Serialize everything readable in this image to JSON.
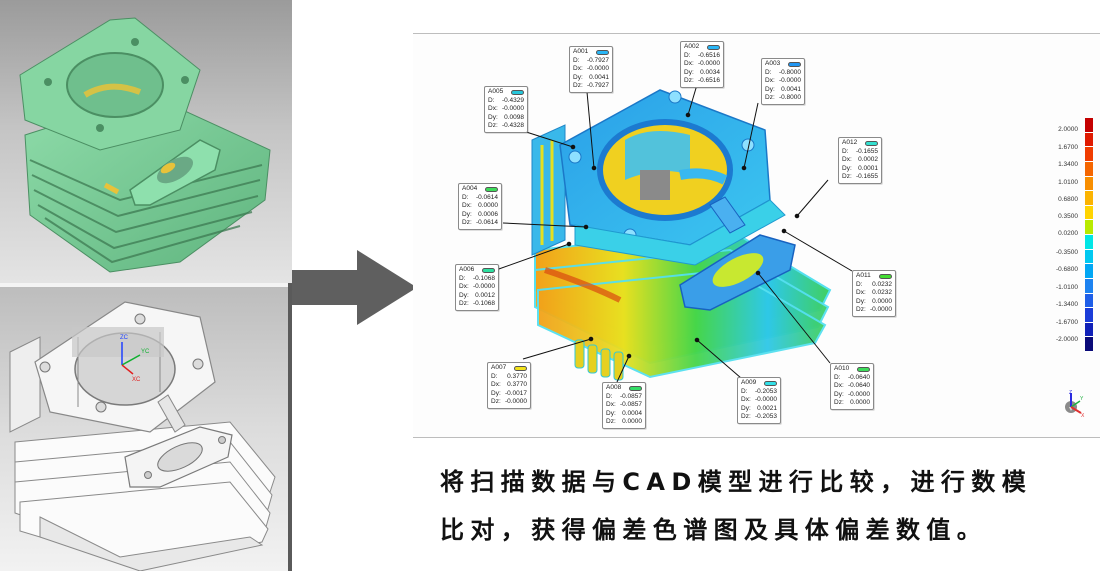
{
  "left_panels": {
    "scan": {
      "label": "scan-data-model",
      "mesh_color": "#7fcf98",
      "highlight_color": "#e8c23a"
    },
    "cad": {
      "label": "cad-model",
      "axis_labels": [
        "ZC",
        "YC",
        "XC"
      ]
    }
  },
  "arrow": {
    "color": "#5f5f5f"
  },
  "deviation_view": {
    "callouts": [
      {
        "id": "A001",
        "D": "-0.7927",
        "Dx": "-0.0000",
        "Dy": "0.0041",
        "Dz": "-0.7927",
        "color": "#29b6f6"
      },
      {
        "id": "A002",
        "D": "-0.6516",
        "Dx": "-0.0000",
        "Dy": "0.0034",
        "Dz": "-0.6516",
        "color": "#29b6f6"
      },
      {
        "id": "A003",
        "D": "-0.8000",
        "Dx": "-0.0000",
        "Dy": "0.0041",
        "Dz": "-0.8000",
        "color": "#2196f3"
      },
      {
        "id": "A004",
        "D": "-0.0614",
        "Dx": "0.0000",
        "Dy": "0.0006",
        "Dz": "-0.0614",
        "color": "#3ddc5a"
      },
      {
        "id": "A005",
        "D": "-0.4329",
        "Dx": "-0.0000",
        "Dy": "0.0098",
        "Dz": "-0.4328",
        "color": "#26c6da"
      },
      {
        "id": "A006",
        "D": "-0.1068",
        "Dx": "-0.0000",
        "Dy": "0.0012",
        "Dz": "-0.1068",
        "color": "#2de0a0"
      },
      {
        "id": "A007",
        "D": "0.3770",
        "Dx": "0.3770",
        "Dy": "-0.0017",
        "Dz": "-0.0000",
        "color": "#f2e21a"
      },
      {
        "id": "A008",
        "D": "-0.0857",
        "Dx": "-0.0857",
        "Dy": "0.0004",
        "Dz": "0.0000",
        "color": "#33dd66"
      },
      {
        "id": "A009",
        "D": "-0.2053",
        "Dx": "-0.0000",
        "Dy": "0.0021",
        "Dz": "-0.2053",
        "color": "#33e0e8"
      },
      {
        "id": "A010",
        "D": "-0.0640",
        "Dx": "-0.0640",
        "Dy": "-0.0000",
        "Dz": "0.0000",
        "color": "#3ddc5a"
      },
      {
        "id": "A011",
        "D": "0.0232",
        "Dx": "0.0232",
        "Dy": "0.0000",
        "Dz": "-0.0000",
        "color": "#44dd33"
      },
      {
        "id": "A012",
        "D": "-0.1655",
        "Dx": "0.0002",
        "Dy": "0.0001",
        "Dz": "-0.1655",
        "color": "#33e0d0"
      }
    ],
    "field_labels": {
      "D": "D:",
      "Dx": "Dx:",
      "Dy": "Dy:",
      "Dz": "Dz:"
    },
    "legend": {
      "ticks": [
        "2.0000",
        "1.6700",
        "1.3400",
        "1.0100",
        "0.6800",
        "0.3500",
        "0.0200",
        "-0.3500",
        "-0.6800",
        "-1.0100",
        "-1.3400",
        "-1.6700",
        "-2.0000"
      ],
      "colors": [
        "#c40000",
        "#e01a00",
        "#f03c00",
        "#f56600",
        "#f88e00",
        "#fbb300",
        "#ffd400",
        "#b8ea00",
        "#00e6e6",
        "#00c8f0",
        "#00a6f4",
        "#1c82f0",
        "#1e5ee8",
        "#1a3cd8",
        "#1020b8",
        "#0a0a78"
      ]
    },
    "triad_labels": [
      "Z",
      "Y",
      "X"
    ]
  },
  "caption": {
    "line1": "将扫描数据与CAD模型进行比较，进行数模",
    "line2": "比对，获得偏差色谱图及具体偏差数值。"
  }
}
